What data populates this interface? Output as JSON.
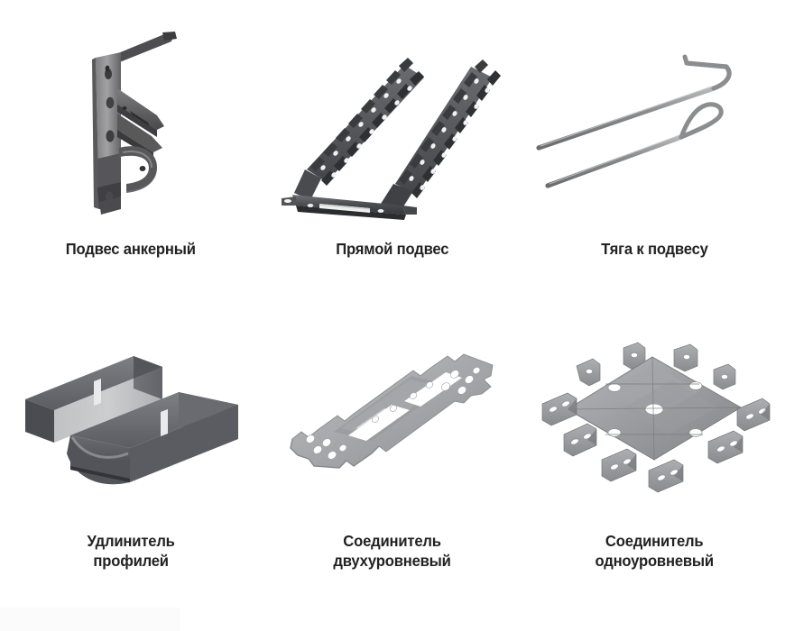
{
  "page": {
    "background_color": "#ffffff",
    "label_color": "#222222",
    "columns": 3,
    "rows": 2
  },
  "products": [
    {
      "id": "podves-ankernyy",
      "label": "Подвес анкерный",
      "label_lines": [
        "Подвес анкерный"
      ],
      "icon": "anchor-hanger-icon",
      "colors": {
        "body": "#6f6f70",
        "body_dark": "#4b4b4d",
        "body_light": "#9a9a9c",
        "highlight": "#c3c3c5",
        "outline": "#3a3a3c"
      }
    },
    {
      "id": "pryamoy-podves",
      "label": "Прямой подвес",
      "label_lines": [
        "Прямой подвес"
      ],
      "icon": "straight-hanger-icon",
      "colors": {
        "body": "#55565a",
        "body_dark": "#3c3d41",
        "body_light": "#6e6f73",
        "highlight": "#8c8d91",
        "outline": "#2e2f33"
      }
    },
    {
      "id": "tyaga-k-podvesu",
      "label": "Тяга к подвесу",
      "label_lines": [
        "Тяга к подвесу"
      ],
      "icon": "hanger-rod-icon",
      "colors": {
        "body": "#8d8e90",
        "body_dark": "#6d6e70",
        "body_light": "#a9aaac",
        "highlight": "#c8c9cb",
        "outline": "#5b5c5e"
      }
    },
    {
      "id": "udlinitel-profiley",
      "label": "Удлинитель профилей",
      "label_lines": [
        "Удлинитель",
        "профилей"
      ],
      "icon": "profile-extender-icon",
      "colors": {
        "body": "#5e5f63",
        "body_dark": "#44454a",
        "body_light": "#75767b",
        "highlight": "#909196",
        "outline": "#35363a"
      }
    },
    {
      "id": "soedinitel-dvuhurovnevyy",
      "label": "Соединитель двухуровневый",
      "label_lines": [
        "Соединитель",
        "двухуровневый"
      ],
      "icon": "two-level-connector-icon",
      "colors": {
        "body": "#a9aaad",
        "body_dark": "#8d8e92",
        "body_light": "#bdbec1",
        "highlight": "#d4d5d8",
        "outline": "#76777b"
      }
    },
    {
      "id": "soedinitel-odnourovnevyy",
      "label": "Соединитель одноуровневый",
      "label_lines": [
        "Соединитель",
        "одноуровневый"
      ],
      "icon": "single-level-connector-icon",
      "colors": {
        "body": "#9b9ca0",
        "body_dark": "#7e7f84",
        "body_light": "#b2b3b7",
        "highlight": "#cfd0d3",
        "outline": "#6a6b6f"
      }
    }
  ]
}
